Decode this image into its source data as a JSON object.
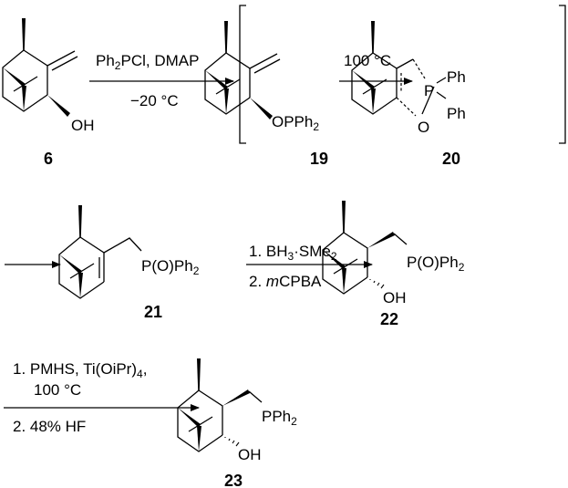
{
  "compounds": {
    "c6": {
      "label": "6",
      "sub": "OH"
    },
    "c19": {
      "label": "19",
      "sub": "OPPh",
      "sub2": "2"
    },
    "c20": {
      "label": "20",
      "ph1": "Ph",
      "ph2": "Ph",
      "p": "P",
      "o": "O"
    },
    "c21": {
      "label": "21",
      "sub": "P(O)Ph",
      "sub2": "2"
    },
    "c22": {
      "label": "22",
      "sub": "P(O)Ph",
      "sub2": "2",
      "oh": "OH"
    },
    "c23": {
      "label": "23",
      "sub": "PPh",
      "sub2": "2",
      "oh": "OH"
    }
  },
  "arrows": {
    "a1": {
      "above_a": "Ph",
      "above_sub": "2",
      "above_b": "PCl, DMAP",
      "below": "−20 °C"
    },
    "a2": {
      "above": "100 °C"
    },
    "a4": {
      "line1_a": "1. BH",
      "line1_sub": "3",
      "line1_b": "·SMe",
      "line1_sub2": "2",
      "line2_a": "2. ",
      "line2_b": "m",
      "line2_c": "CPBA"
    },
    "a5": {
      "line1_a": "1. PMHS, Ti(OiPr)",
      "line1_sub": "4",
      "line1_b": ",",
      "line2": "100 °C",
      "line3": "2. 48% HF"
    }
  }
}
